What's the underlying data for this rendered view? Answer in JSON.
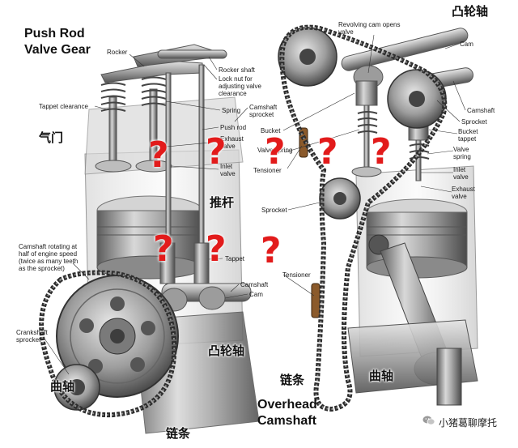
{
  "titles": {
    "left_line1": "Push Rod",
    "left_line2": "Valve Gear",
    "right_line1": "Overhead",
    "right_line2": "Camshaft"
  },
  "labels_left": {
    "rocker": "Rocker",
    "tappet_clearance": "Tappet clearance",
    "rocker_shaft": "Rocker shaft",
    "lock_nut": "Lock nut for adjusting valve clearance",
    "spring": "Spring",
    "camshaft_sprocket": "Camshaft sprocket",
    "push_rod": "Push rod",
    "exhaust_valve": "Exhaust valve",
    "inlet_valve": "Inlet valve",
    "camshaft_rotating": "Camshaft rotating at half of engine speed (twice as many teeth as the sprocket)",
    "tappet": "Tappet",
    "camshaft": "Camshaft",
    "cam": "Cam",
    "crankshaft_sprocket": "Crankshaft sprocket"
  },
  "labels_right": {
    "revolving_cam": "Revolving cam opens valve",
    "cam": "Cam",
    "camshaft": "Camshaft",
    "sprocket_top": "Sprocket",
    "bucket_tappet": "Bucket tappet",
    "valve_spring_right": "Valve spring",
    "inlet_valve": "Inlet valve",
    "exhaust_valve": "Exhaust valve",
    "bucket": "Bucket",
    "valve_spring_center": "Valve spring",
    "tensioner_top": "Tensioner",
    "sprocket": "Sprocket",
    "tensioner": "Tensioner"
  },
  "chinese_labels": {
    "valve": "气门",
    "push_rod": "推杆",
    "camshaft_left": "凸轮轴",
    "camshaft_right": "凸轮轴",
    "crankshaft_left": "曲轴",
    "crankshaft_right": "曲轴",
    "chain_left": "链条",
    "chain_right": "链条"
  },
  "question_mark": "?",
  "watermark": {
    "text": "小猪葛聊摩托",
    "icon": "wechat-icon"
  },
  "colors": {
    "question": "#e21b1b",
    "metal": "#9a9a9a"
  }
}
